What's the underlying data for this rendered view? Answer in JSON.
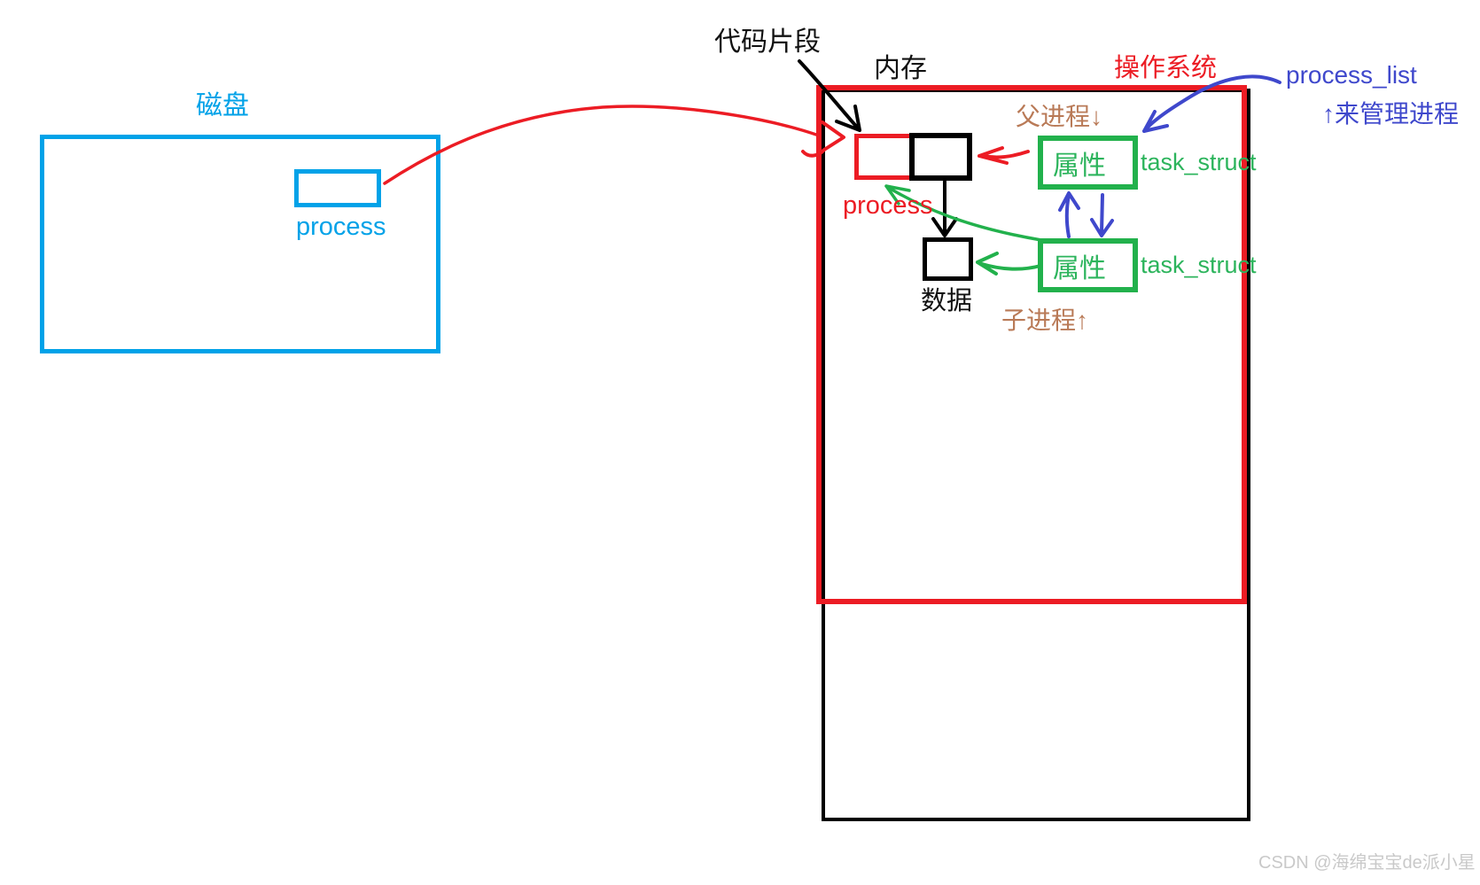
{
  "colors": {
    "red": "#ec1c24",
    "green": "#22b14c",
    "green_text": "#2cb45c",
    "blue": "#3f48cc",
    "cyan": "#00a2e8",
    "brown": "#b97a57",
    "black": "#000000",
    "watermark_gray": "#c9c9c9"
  },
  "disk": {
    "title": "磁盘",
    "process_label": "process"
  },
  "memory": {
    "title": "内存",
    "code_fragment_label": "代码片段",
    "process_label": "process",
    "data_label": "数据"
  },
  "os": {
    "title": "操作系统"
  },
  "process_list": {
    "label": "process_list",
    "note": "↑来管理进程"
  },
  "parent_process": {
    "title": "父进程↓",
    "attr_label": "属性",
    "struct_label": "task_struct"
  },
  "child_process": {
    "title": "子进程↑",
    "attr_label": "属性",
    "struct_label": "task_struct"
  },
  "watermark": "CSDN @海绵宝宝de派小星"
}
